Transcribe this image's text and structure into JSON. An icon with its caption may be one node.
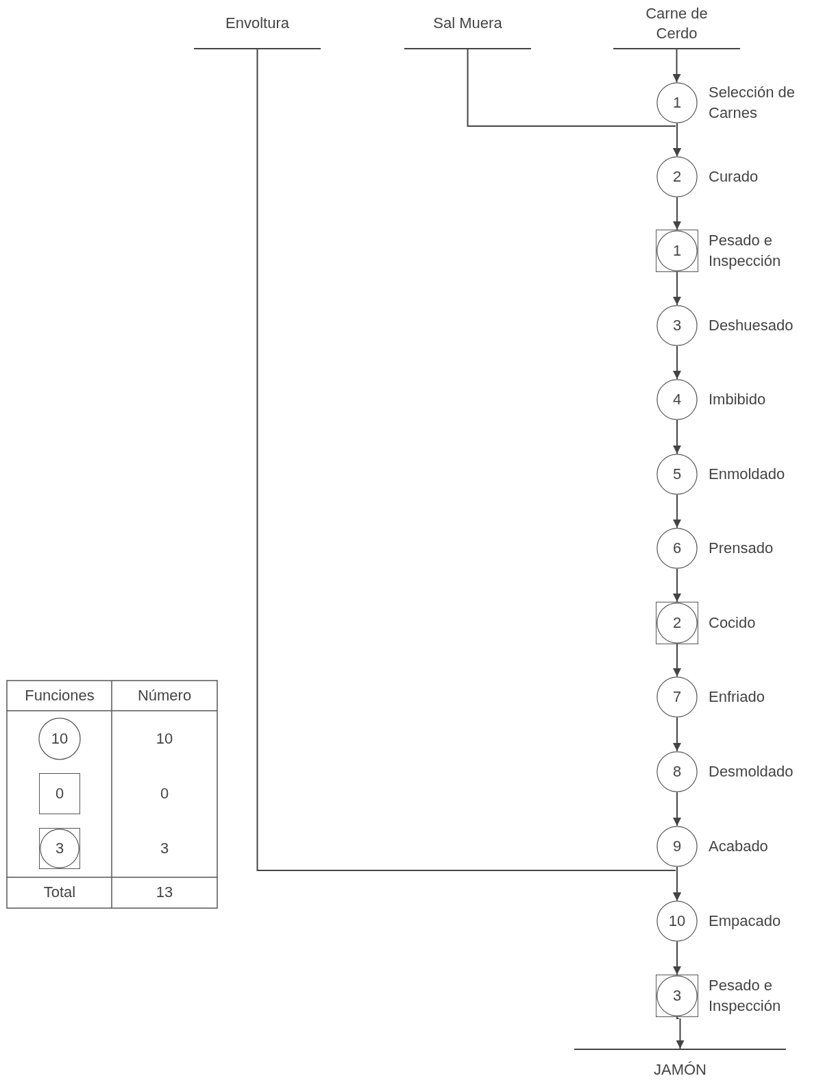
{
  "diagram": {
    "nodes": [
      {
        "text": [
          "Envoltura"
        ]
      },
      {
        "text": [
          "Sal Muera"
        ]
      },
      {
        "text": [
          "Carne de Cerdo"
        ]
      },
      {
        "text": [
          "1"
        ],
        "beside": [
          "Selección de Carnes"
        ]
      },
      {
        "text": [
          "2"
        ],
        "beside": [
          "Curado"
        ]
      },
      {
        "text": [
          "1"
        ],
        "beside": [
          "Pesado e Inspección"
        ]
      },
      {
        "text": [
          "3"
        ],
        "beside": [
          "Deshuesado"
        ]
      },
      {
        "text": [
          "4"
        ],
        "beside": [
          "Imbibido"
        ]
      },
      {
        "text": [
          "5"
        ],
        "beside": [
          "Enmoldado"
        ]
      },
      {
        "text": [
          "6"
        ],
        "beside": [
          "Prensado"
        ]
      },
      {
        "text": [
          "2"
        ],
        "beside": [
          "Cocido"
        ]
      },
      {
        "text": [
          "7"
        ],
        "beside": [
          "Enfriado"
        ]
      },
      {
        "text": [
          "8"
        ],
        "beside": [
          "Desmoldado"
        ]
      },
      {
        "text": [
          "9"
        ],
        "beside": [
          "Acabado"
        ]
      },
      {
        "text": [
          "10"
        ],
        "beside": [
          "Empacado"
        ]
      },
      {
        "text": [
          "3"
        ],
        "beside": [
          "Pesado e Inspección"
        ]
      },
      {
        "text": [
          "JAMÓN"
        ]
      },
      {
        "text": [
          "10"
        ]
      },
      {
        "text": [
          "0"
        ]
      },
      {
        "text": [
          "3"
        ]
      }
    ],
    "edges": [
      {
        "from": 2,
        "to": 3,
        "arrow": "to"
      },
      {
        "from": 3,
        "to": 4,
        "arrow": "to"
      },
      {
        "from": 1,
        "to": 4,
        "arrow": "to"
      },
      {
        "from": 4,
        "to": 5,
        "arrow": "to"
      },
      {
        "from": 5,
        "to": 6,
        "arrow": "to"
      },
      {
        "from": 6,
        "to": 7,
        "arrow": "to"
      },
      {
        "from": 7,
        "to": 8,
        "arrow": "to"
      },
      {
        "from": 8,
        "to": 9,
        "arrow": "to"
      },
      {
        "from": 9,
        "to": 10,
        "arrow": "to"
      },
      {
        "from": 10,
        "to": 11,
        "arrow": "to"
      },
      {
        "from": 11,
        "to": 12,
        "arrow": "to"
      },
      {
        "from": 12,
        "to": 13,
        "arrow": "to"
      },
      {
        "from": 13,
        "to": 14,
        "arrow": "to"
      },
      {
        "from": 0,
        "to": 14,
        "arrow": "to"
      },
      {
        "from": 14,
        "to": 15,
        "arrow": "to"
      },
      {
        "from": 15,
        "to": 16,
        "arrow": "to"
      }
    ],
    "labels": [
      "Funciones",
      "Número",
      "10",
      "0",
      "3",
      "Total",
      "13"
    ]
  }
}
